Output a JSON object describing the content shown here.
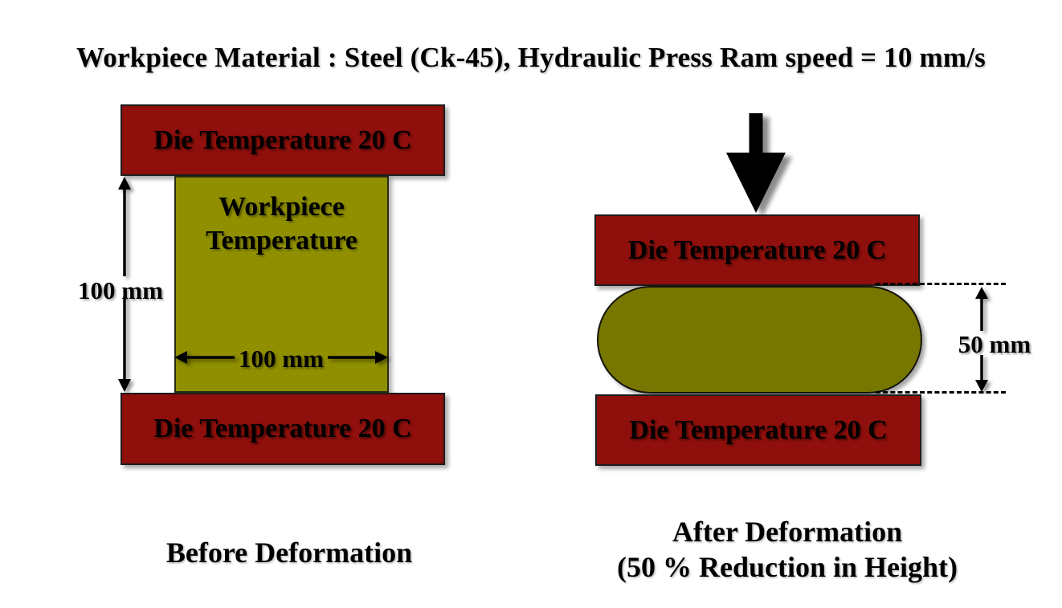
{
  "title": "Workpiece Material : Steel (Ck-45), Hydraulic Press Ram speed = 10 mm/s",
  "colors": {
    "die_fill": "#8E0F0B",
    "workpiece_before_fill": "#8F8F00",
    "workpiece_after_fill": "#767600",
    "text": "#000000",
    "background": "#FFFFFF"
  },
  "before": {
    "top_die_label": "Die Temperature 20 C",
    "bottom_die_label": "Die Temperature 20 C",
    "workpiece_label": [
      "Workpiece",
      "Temperature"
    ],
    "height_dimension": "100 mm",
    "width_dimension": "100 mm",
    "caption": "Before Deformation"
  },
  "after": {
    "top_die_label": "Die Temperature 20 C",
    "bottom_die_label": "Die Temperature 20 C",
    "height_dimension": "50 mm",
    "caption_line1": "After Deformation",
    "caption_line2": "(50 % Reduction in Height)"
  }
}
